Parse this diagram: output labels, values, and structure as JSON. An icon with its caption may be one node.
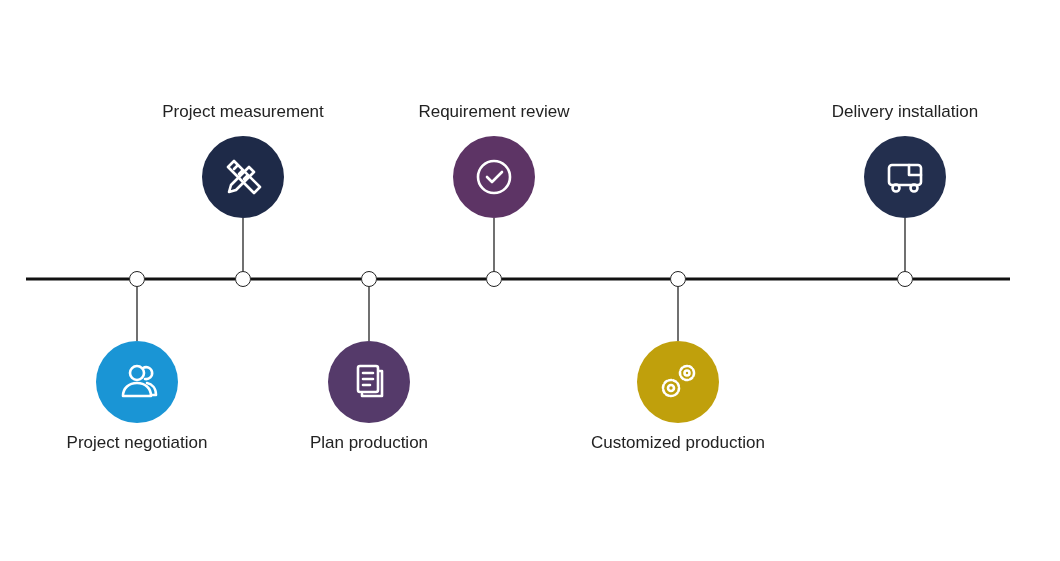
{
  "diagram": {
    "nodes": [
      {
        "text": [
          "Project negotiation"
        ]
      },
      {
        "text": [
          "Project measurement"
        ]
      },
      {
        "text": [
          "Plan production"
        ]
      },
      {
        "text": [
          "Requirement review"
        ]
      },
      {
        "text": [
          "Customized production"
        ]
      },
      {
        "text": [
          "Delivery installation"
        ]
      },
      {
        "text": [],
        "shape": "circle"
      },
      {
        "text": [],
        "shape": "circle"
      },
      {
        "text": [],
        "shape": "circle"
      },
      {
        "text": [],
        "shape": "circle"
      },
      {
        "text": [],
        "shape": "circle"
      },
      {
        "text": [],
        "shape": "circle"
      }
    ],
    "edges": [
      {
        "from": 6,
        "to": 7,
        "arrow": "none",
        "style": "thick"
      },
      {
        "from": 7,
        "to": 8,
        "arrow": "none",
        "style": "thick"
      },
      {
        "from": 8,
        "to": 9,
        "arrow": "none",
        "style": "thick"
      },
      {
        "from": 9,
        "to": 10,
        "arrow": "none",
        "style": "thick"
      },
      {
        "from": 10,
        "to": 11,
        "arrow": "none",
        "style": "thick"
      },
      {
        "from": 6,
        "to": 0,
        "arrow": "none"
      },
      {
        "from": 7,
        "to": 1,
        "arrow": "none"
      },
      {
        "from": 8,
        "to": 2,
        "arrow": "none"
      },
      {
        "from": 9,
        "to": 3,
        "arrow": "none"
      },
      {
        "from": 10,
        "to": 4,
        "arrow": "none"
      },
      {
        "from": 11,
        "to": 5,
        "arrow": "none"
      }
    ]
  }
}
